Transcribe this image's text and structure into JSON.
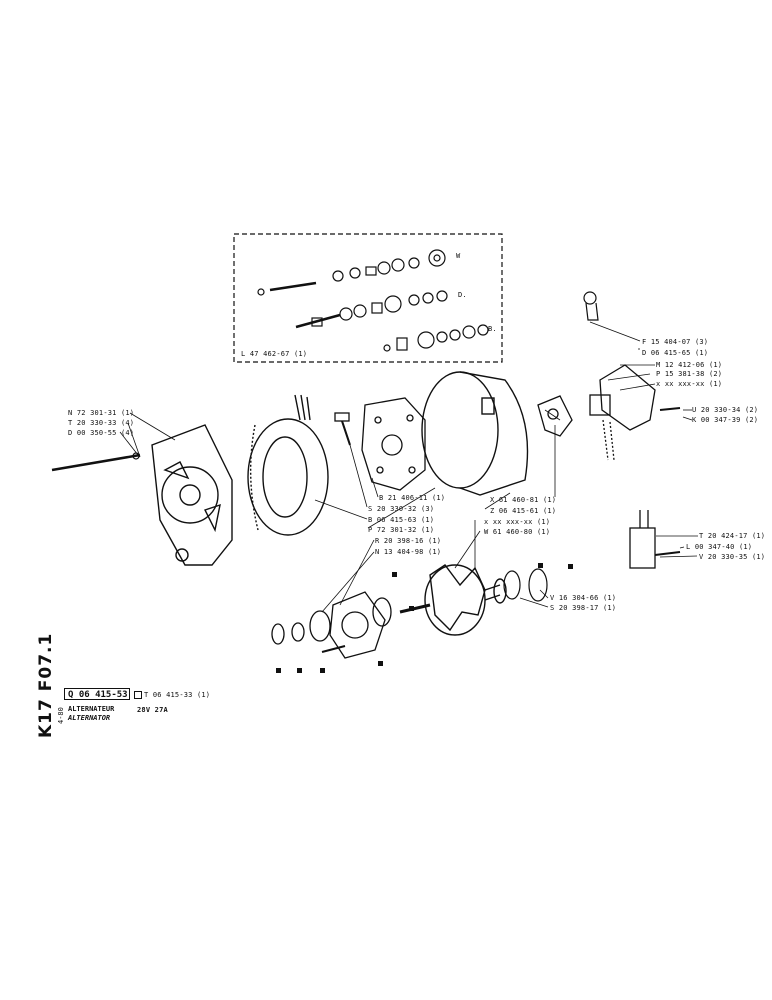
{
  "sheet": {
    "code": "K17  F07.1",
    "sub": "4-80"
  },
  "part_number": "Q 06 415-53",
  "alt_ref": "T 06 415-33 (1)",
  "title_fr": "ALTERNATEUR",
  "title_en": "ALTERNATOR",
  "spec": "28V  27A",
  "inset": {
    "ref": "L 47 462-67 (1)",
    "row_w": "W",
    "row_d": "D.",
    "row_b": "B."
  },
  "callouts": {
    "n72": "N 72 301-31 (1)",
    "t20": "T 20 330-33 (4)",
    "d00": "D 00 350-55 (4)",
    "f15": "F 15 404-07 (3)",
    "d06": "D 06 415-65 (1)",
    "m12": "M 12 412-06 (1)",
    "p15": "P 15 381-38 (2)",
    "xxx": "x xx xxx-xx (1)",
    "u20": "U 20 330-34 (2)",
    "k00": "K 00 347-39 (2)",
    "b21": "B 21 406-11 (1)",
    "s20a": "S 20 330-32 (3)",
    "b06": "B 06 415-63 (1)",
    "p72": "P 72 301-32 (1)",
    "r20": "R 20 398-16 (1)",
    "n13": "N 13 404-98 (1)",
    "x61": "X 61 460-81 (1)",
    "z06": "Z 06 415-61 (1)",
    "xxx2": "x xx xxx-xx (1)",
    "w61": "W 61 460-80 (1)",
    "t20b": "T 20 424-17 (1)",
    "l00": "L 00 347-40 (1)",
    "v20": "V 20 330-35 (1)",
    "v16": "V 16 304-66 (1)",
    "s20b": "S 20 398-17 (1)"
  }
}
